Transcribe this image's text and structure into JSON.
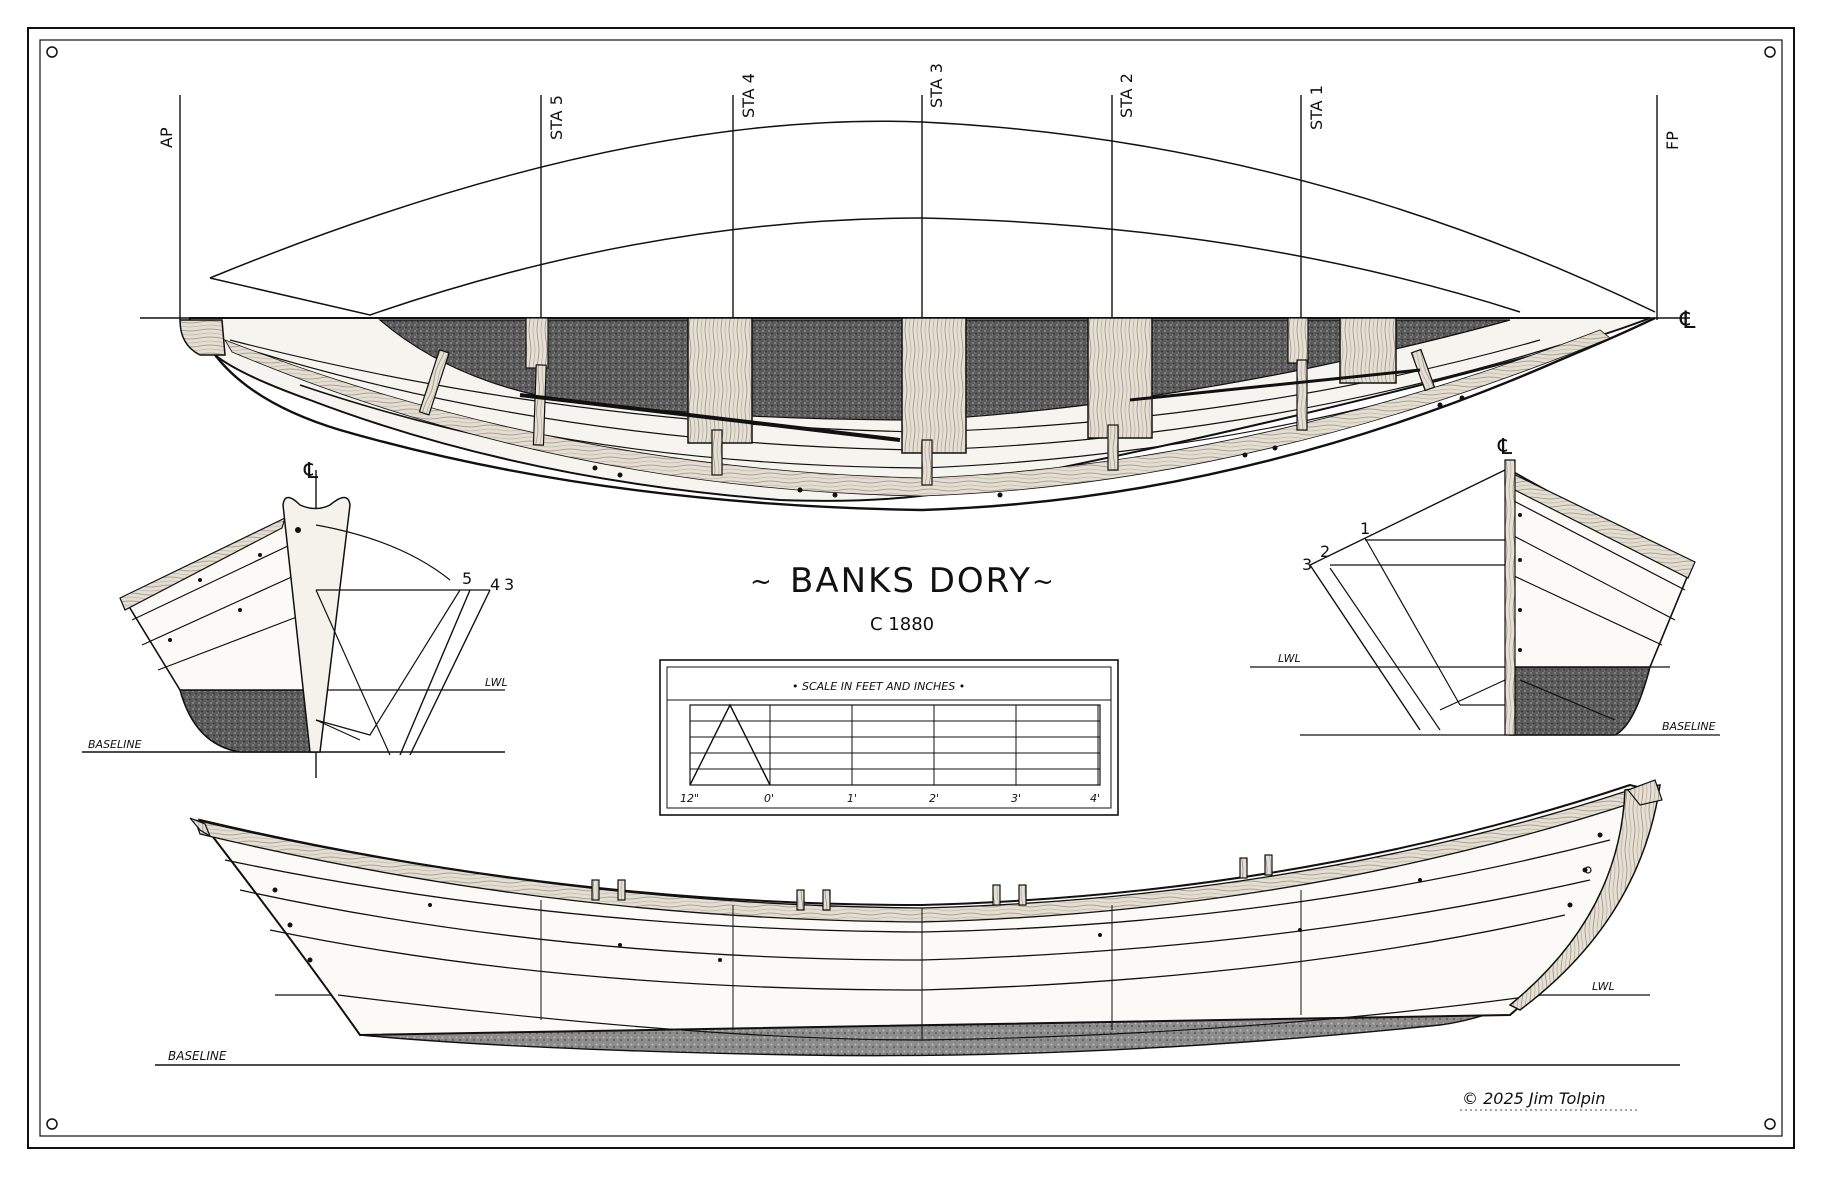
{
  "title": {
    "main": "BANKS DORY",
    "decor_left": "~",
    "decor_right": "~",
    "date": "C 1880"
  },
  "plan_view": {
    "stations": [
      {
        "id": "ap",
        "label": "AP"
      },
      {
        "id": "sta5",
        "label": "STA 5"
      },
      {
        "id": "sta4",
        "label": "STA 4"
      },
      {
        "id": "sta3",
        "label": "STA 3"
      },
      {
        "id": "sta2",
        "label": "STA 2"
      },
      {
        "id": "sta1",
        "label": "STA 1"
      },
      {
        "id": "fp",
        "label": "FP"
      }
    ],
    "centerline_symbol": "℄"
  },
  "stern_section": {
    "centerline_symbol": "℄",
    "station_numbers": [
      "5",
      "4",
      "3"
    ],
    "lwl_label": "LWL",
    "baseline_label": "BASELINE"
  },
  "bow_section": {
    "centerline_symbol": "℄",
    "station_numbers": [
      "3",
      "2",
      "1"
    ],
    "lwl_label": "LWL",
    "baseline_label": "BASELINE"
  },
  "scale_box": {
    "title": "• SCALE IN FEET AND INCHES •",
    "ticks": [
      "12\"",
      "0'",
      "1'",
      "2'",
      "3'",
      "4'"
    ]
  },
  "profile_view": {
    "lwl_label": "LWL",
    "baseline_label": "BASELINE"
  },
  "credit": "© 2025  Jim Tolpin",
  "colors": {
    "ink": "#111111",
    "paper": "#ffffff",
    "shade_dark": "#3a3a3a",
    "shade_mid": "#6a6a6a",
    "wood": "#d9d2c5"
  }
}
